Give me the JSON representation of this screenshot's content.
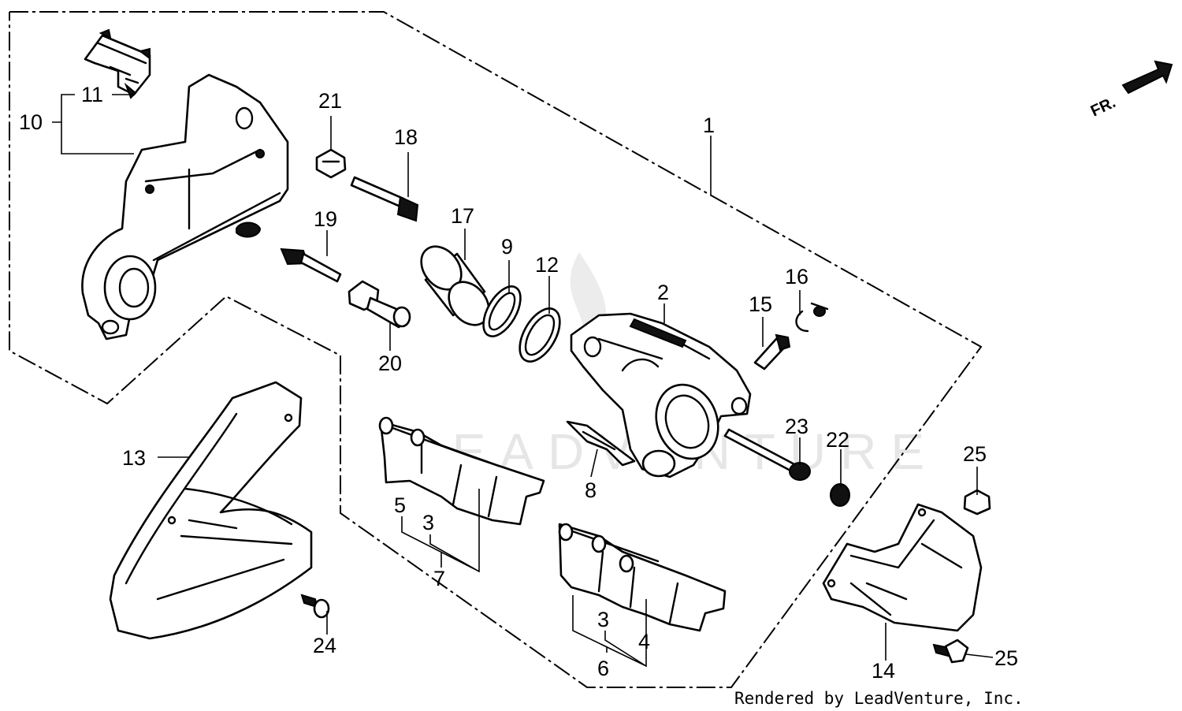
{
  "labels": {
    "p1": "1",
    "p2": "2",
    "p3a": "3",
    "p3b": "3",
    "p4": "4",
    "p5": "5",
    "p6": "6",
    "p7": "7",
    "p8": "8",
    "p9": "9",
    "p10": "10",
    "p11": "11",
    "p12": "12",
    "p13": "13",
    "p14": "14",
    "p15": "15",
    "p16": "16",
    "p17": "17",
    "p18": "18",
    "p19": "19",
    "p20": "20",
    "p21": "21",
    "p22": "22",
    "p23": "23",
    "p24": "24",
    "p25a": "25",
    "p25b": "25"
  },
  "direction_marker": "FR.",
  "watermark": "LEADVENTURE",
  "credit": "Rendered by LeadVenture, Inc."
}
